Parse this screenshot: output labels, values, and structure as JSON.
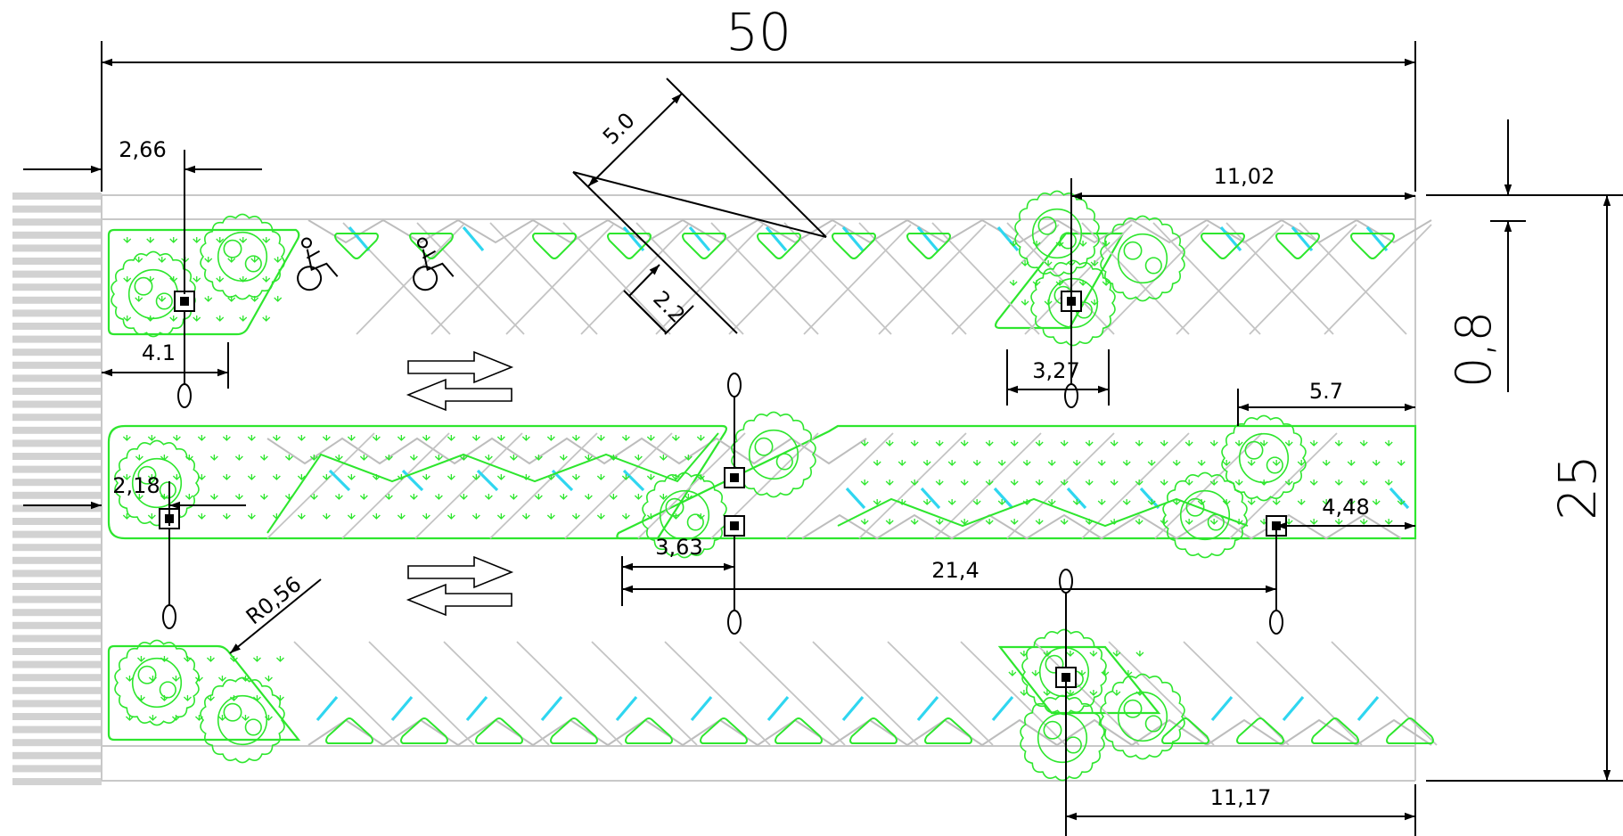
{
  "drawing": {
    "overall_length": "50",
    "overall_width": "25",
    "curb_offset": "0,8",
    "dims": {
      "top_lamp_offset": "2,66",
      "top_planter_len": "4.1",
      "stall_depth": "5.0",
      "stall_width": "2.2",
      "right_cluster_offset": "11,02",
      "tree_pit_width": "3,27",
      "median_tip_len": "5.7",
      "median_lamp_offset": "2,18",
      "median_right_offset": "4,48",
      "island_gap": "3,63",
      "lamp_spacing": "21,4",
      "corner_radius": "R0,56",
      "bottom_cluster_offset": "11,17"
    }
  },
  "colors": {
    "line": "#000000",
    "curb": "#bdbdbd",
    "green": "#2ee62e",
    "cyan": "#2fd6f0",
    "hatch": "#d2d2d2"
  }
}
